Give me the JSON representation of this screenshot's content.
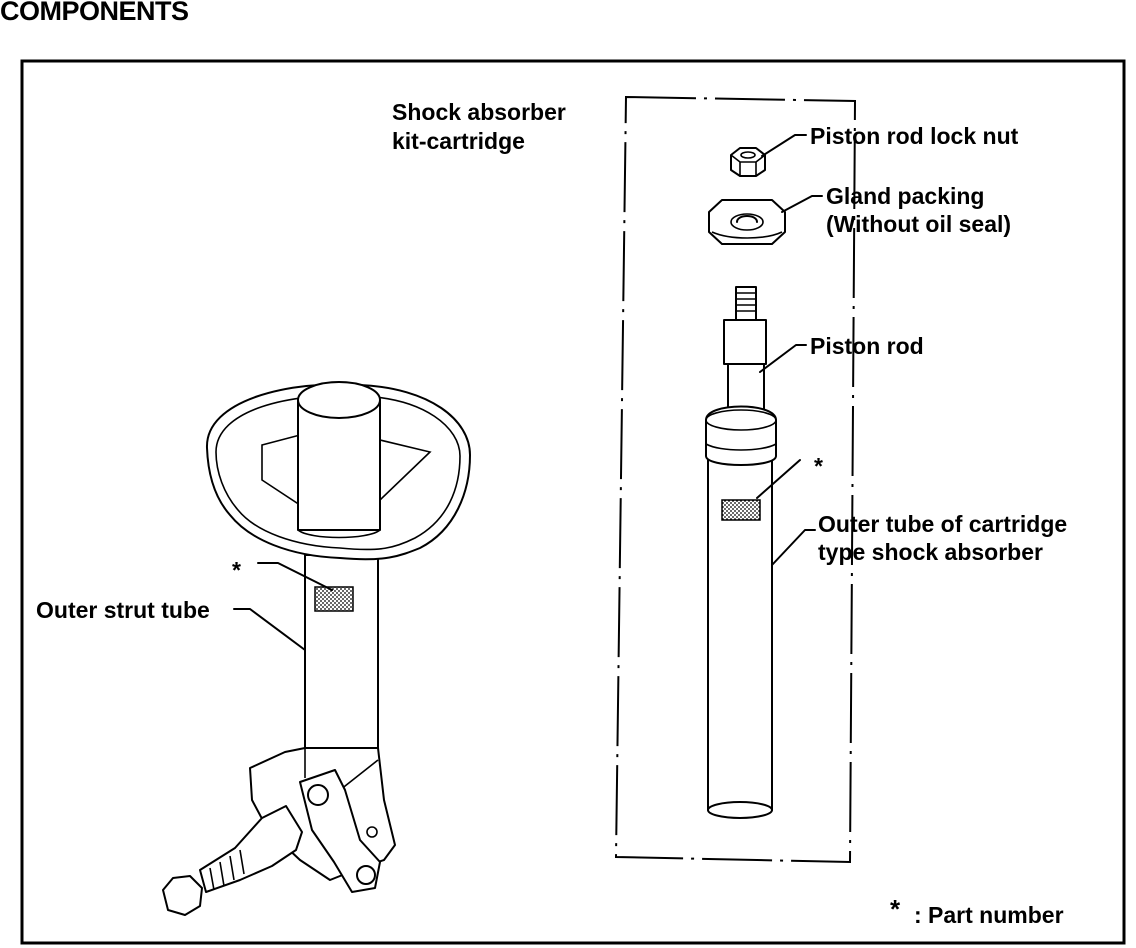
{
  "page": {
    "title": "COMPONENTS"
  },
  "kit": {
    "label_line1": "Shock absorber",
    "label_line2": "kit-cartridge"
  },
  "parts": {
    "lock_nut": "Piston rod lock nut",
    "gland_line1": "Gland packing",
    "gland_line2": "(Without oil seal)",
    "piston_rod": "Piston rod",
    "outer_tube_line1": "Outer tube of cartridge",
    "outer_tube_line2": "type shock absorber",
    "outer_strut": "Outer strut tube",
    "asterisk": "*"
  },
  "legend": {
    "marker": "*",
    "text": ": Part number"
  }
}
